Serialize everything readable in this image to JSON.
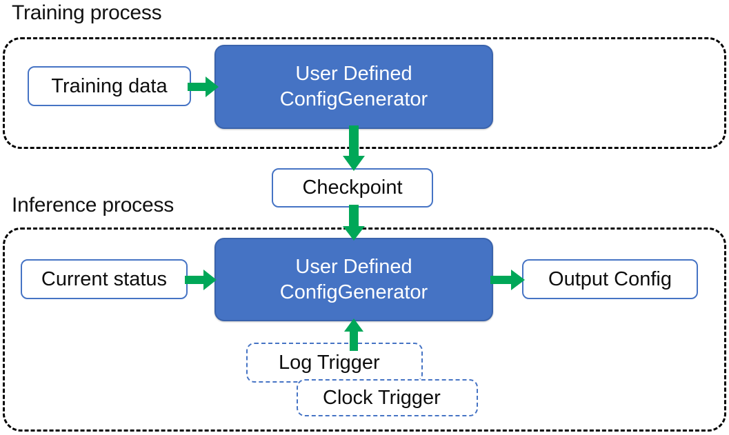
{
  "diagram": {
    "title": "Training process / Inference process pipeline",
    "colors": {
      "accent_blue": "#4573C4",
      "arrow_green": "#00A758",
      "container_dash": "#000000",
      "node_text_dark": "#0d0d0d",
      "node_text_light": "#ffffff",
      "background": "#ffffff"
    }
  },
  "sections": [
    {
      "id": "training",
      "title": "Training process"
    },
    {
      "id": "inference",
      "title": "Inference process"
    }
  ],
  "nodes": {
    "training_data": {
      "label": "Training data",
      "type": "white-box"
    },
    "udcg_train": {
      "line1": "User Defined",
      "line2": "ConfigGenerator",
      "type": "blue-box"
    },
    "checkpoint": {
      "label": "Checkpoint",
      "type": "white-box"
    },
    "current_status": {
      "label": "Current status",
      "type": "white-box"
    },
    "udcg_infer": {
      "line1": "User Defined",
      "line2": "ConfigGenerator",
      "type": "blue-box"
    },
    "output_config": {
      "label": "Output Config",
      "type": "white-box"
    },
    "log_trigger": {
      "label": "Log Trigger",
      "type": "dashed-blue-box"
    },
    "clock_trigger": {
      "label": "Clock Trigger",
      "type": "dashed-blue-box"
    }
  },
  "edges": [
    {
      "id": "e1",
      "from": "training_data",
      "to": "udcg_train",
      "direction": "right"
    },
    {
      "id": "e2",
      "from": "udcg_train",
      "to": "checkpoint",
      "direction": "down"
    },
    {
      "id": "e3",
      "from": "checkpoint",
      "to": "udcg_infer",
      "direction": "down"
    },
    {
      "id": "e4",
      "from": "current_status",
      "to": "udcg_infer",
      "direction": "right"
    },
    {
      "id": "e5",
      "from": "udcg_infer",
      "to": "output_config",
      "direction": "right"
    },
    {
      "id": "e6",
      "from": "log_trigger",
      "to": "udcg_infer",
      "direction": "up"
    }
  ]
}
